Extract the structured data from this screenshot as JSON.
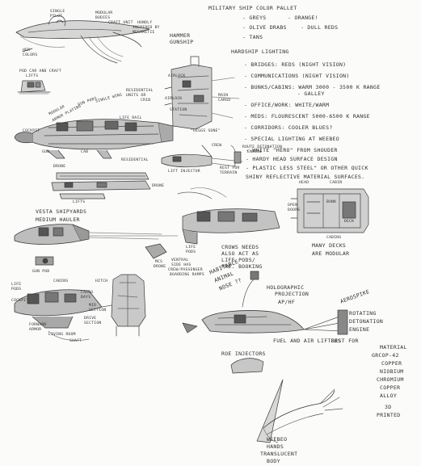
{
  "palette": {
    "title": "MILITARY SHIP COLOR PALLET",
    "items": [
      "- GREYS",
      "- ORANGE!",
      "- OLIVE DRABS",
      "- DULL REDS",
      "- TANS"
    ]
  },
  "lighting": {
    "title": "HARDSHIP LIGHTING",
    "items": [
      "- BRIDGES: REDS (NIGHT VISION)",
      "- COMMUNICATIONS (NIGHT VISION)",
      "- BUNKS/CABINS: WARM 3000 - 3500 K RANGE",
      "- GALLEY",
      "- OFFICE/WORK: WHITE/WARM",
      "- MEDS: FLOURESCENT 5000-6500 K RANGE",
      "- CORRIDORS: COOLER BLUES?",
      "- SPECIAL LIGHTING AT WEEBEO"
    ]
  },
  "hero_note": {
    "lines": [
      "- WHITE \"HERO\" FROM SHOUDER",
      "- HARDY HEAD SURFACE DESIGN",
      "- PLASTIC LESS STEEL\" OR OTHER QUICK",
      "SHINY REFLECTIVE MATERIAL SURFACES."
    ]
  },
  "labels": {
    "top_sketch": [
      "SINGLE",
      "PILOT",
      "MODULAR",
      "BODIES",
      "CRAFT UNIT",
      "HUNDLY",
      "INSPIRED BY",
      "MEGAMETIE",
      "HER",
      "COLORS"
    ],
    "hammer": [
      "HAMMER",
      "GUNSHIP"
    ],
    "small_vehicle": [
      "POD CAR AND CRAFT",
      "LIFTS"
    ],
    "hammer_ship": [
      "MODULAR",
      "ARMOR PLATING",
      "GUN PODS",
      "SINGLE WING",
      "RESIDENTIAL",
      "UNITS OR",
      "CRIB",
      "LIFE RAIL",
      "AIRLOCK",
      "AIRLOCK",
      "MAIN",
      "CARGO",
      "STATION",
      "\"HIGGS SONE\"",
      "COCKPIT"
    ],
    "variants": [
      "GUN",
      "CAB",
      "RESIDENTIAL",
      "DRONE",
      "LIFTS",
      "DRONE"
    ],
    "medium_hauler": [
      "MEDIUM HAULER",
      "VESTA SHIPYARDS",
      "MCS",
      "DRONE",
      "GUN POD"
    ],
    "right_small": [
      "CREW",
      "ROUTE DETONATION",
      "ENGINE",
      "REST FOR",
      "TERRAIN",
      "LIFT INJECTOR"
    ],
    "cabin": [
      "HEAD",
      "CABIN",
      "BUNK",
      "DECK",
      "CABINS",
      "MANY DECKS",
      "ARE MODULAR",
      "OPEN",
      "DOORS"
    ],
    "crew": [
      "LIFE",
      "PODS",
      "CROWS NEEDS",
      "ALSO ACT AS",
      "LIFE PODS/",
      "PRE. BOOKING",
      "VENTRAL",
      "SIDE HAS",
      "CREW/PASSENGER",
      "BOARDING RAMPS"
    ],
    "bottom_left": [
      "HITCH",
      "CABINS",
      "LIFE",
      "PODS",
      "CARGO",
      "BAYS",
      "COCKPIT",
      "MID",
      "SECTION",
      "DRIVE",
      "SECTION",
      "LIVING ROOM",
      "FORWARD",
      "ARMOR",
      "SHAFT"
    ],
    "weebeo_bot": [
      "HABITABLE",
      "ANIMAL",
      "NOSE ??",
      "HOLOGRAPHIC",
      "PROJECTION",
      "AP/HF",
      "AEROSPIKE",
      "ROTATING",
      "DETONATION",
      "ENGINE",
      "FUEL AND AIR LIFTERS",
      "REST FOR",
      "ROE INJECTORS",
      "MATERIAL",
      "GRCOP-42",
      "COPPER",
      "NIOBIUM",
      "CHROMIUM",
      "COPPER",
      "ALLOY",
      "3D",
      "PRINTED"
    ],
    "weebeo": [
      "WEEBEO",
      "HANDS",
      "TRANSLUCENT",
      "BODY"
    ]
  }
}
